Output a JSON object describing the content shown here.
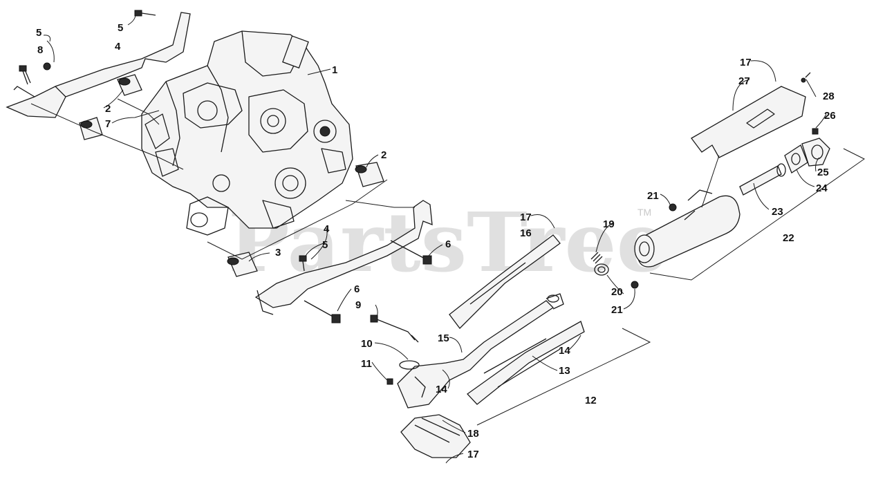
{
  "watermark": {
    "text": "PartsTree",
    "trademark": "TM"
  },
  "callouts": [
    "1",
    "2",
    "2",
    "3",
    "4",
    "4",
    "5",
    "5",
    "5",
    "6",
    "6",
    "7",
    "8",
    "9",
    "10",
    "11",
    "12",
    "13",
    "14",
    "14",
    "15",
    "16",
    "17",
    "17",
    "17",
    "18",
    "19",
    "20",
    "21",
    "21",
    "22",
    "23",
    "24",
    "25",
    "26",
    "27",
    "28"
  ]
}
